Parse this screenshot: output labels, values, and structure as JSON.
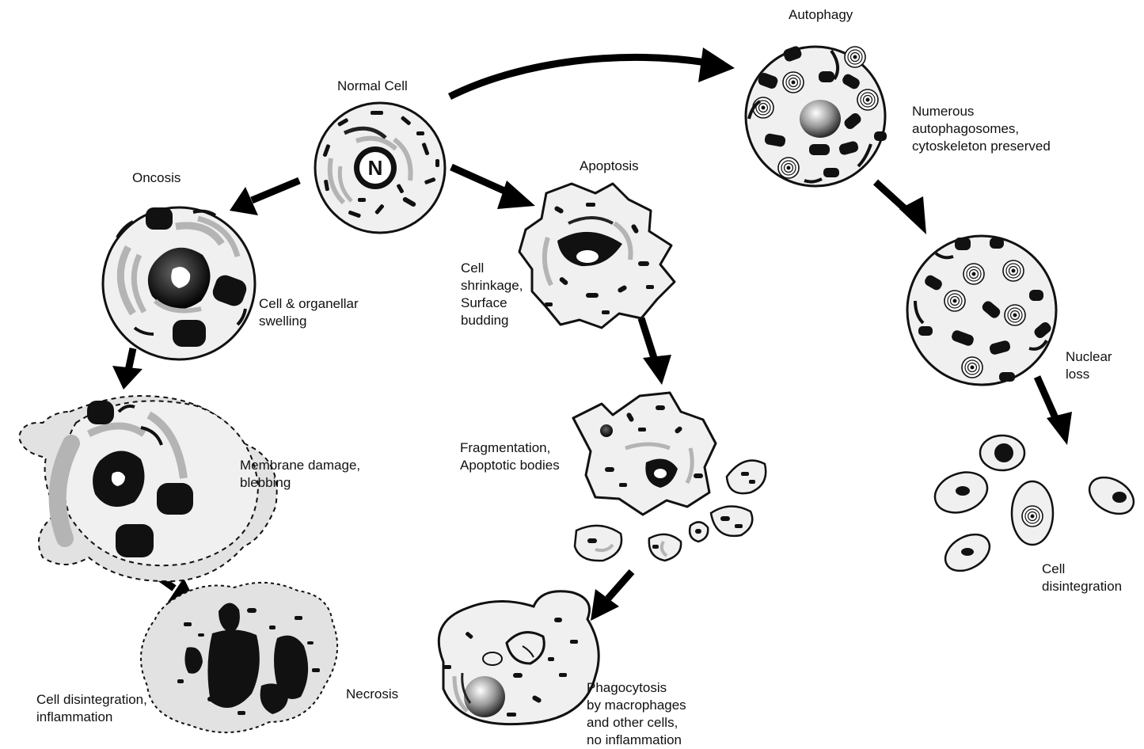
{
  "diagram": {
    "center": {
      "label": "Normal Cell",
      "nucleus_letter": "N"
    },
    "autophagy": {
      "title": "Autophagy",
      "step1_lines": [
        "Numerous",
        "autophagosomes,",
        "cytoskeleton preserved"
      ],
      "step2_lines": [
        "Nuclear",
        "loss"
      ],
      "step3_lines": [
        "Cell",
        "disintegration"
      ]
    },
    "apoptosis": {
      "title": "Apoptosis",
      "step1_lines": [
        "Cell",
        "shrinkage,",
        "Surface",
        "budding"
      ],
      "step2_lines": [
        "Fragmentation,",
        "Apoptotic bodies"
      ],
      "step3_lines": [
        "Phagocytosis",
        "by macrophages",
        "and other cells,",
        "no inflammation"
      ]
    },
    "oncosis": {
      "title": "Oncosis",
      "step1_lines": [
        "Cell & organellar",
        "swelling"
      ],
      "step2_lines": [
        "Membrane damage,",
        "blebbing"
      ],
      "step3_lines": [
        "Cell disintegration,",
        "inflammation"
      ],
      "end_label": "Necrosis"
    }
  },
  "colors": {
    "ink": "#111111",
    "cell_fill": "#f0f0f0",
    "organelle_gray": "#b4b4b4",
    "halo": "#e2e2e2"
  },
  "icons": [
    "arrow-icon",
    "nucleus-icon",
    "mitochondrion-icon",
    "autophagosome-icon"
  ]
}
